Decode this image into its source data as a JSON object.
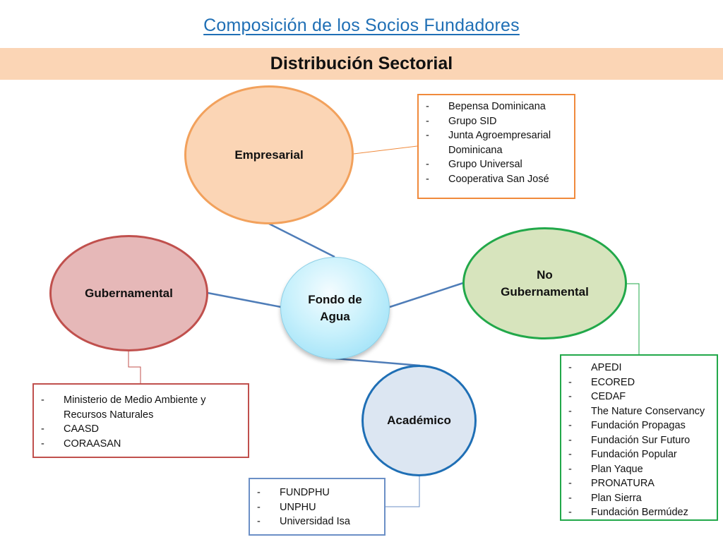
{
  "title": "Composición de los Socios Fundadores",
  "subtitle": "Distribución Sectorial",
  "colors": {
    "title": "#1f6fb5",
    "band": "#fbd5b5",
    "connector": "#4f7db8",
    "empresarial": "#f2a15c",
    "gubernamental": "#c0504d",
    "no_gubernamental": "#22a84a",
    "academico": "#1f6fb5"
  },
  "center": {
    "line1": "Fondo de",
    "line2": "Agua"
  },
  "sectors": {
    "empresarial": {
      "label": "Empresarial",
      "members": [
        "Bepensa Dominicana",
        "Grupo SID",
        "Junta Agroempresarial Dominicana",
        "Grupo Universal",
        "Cooperativa San José"
      ]
    },
    "gubernamental": {
      "label": "Gubernamental",
      "members": [
        "Ministerio de Medio Ambiente y Recursos Naturales",
        "CAASD",
        "CORAASAN"
      ]
    },
    "no_gubernamental": {
      "line1": "No",
      "line2": "Gubernamental",
      "members": [
        "APEDI",
        "ECORED",
        "CEDAF",
        "The Nature Conservancy",
        "Fundación Propagas",
        "Fundación Sur Futuro",
        "Fundación Popular",
        "Plan Yaque",
        "PRONATURA",
        "Plan Sierra",
        "Fundación Bermúdez"
      ]
    },
    "academico": {
      "label": "Académico",
      "members": [
        "FUNDPHU",
        "UNPHU",
        "Universidad Isa"
      ]
    }
  }
}
